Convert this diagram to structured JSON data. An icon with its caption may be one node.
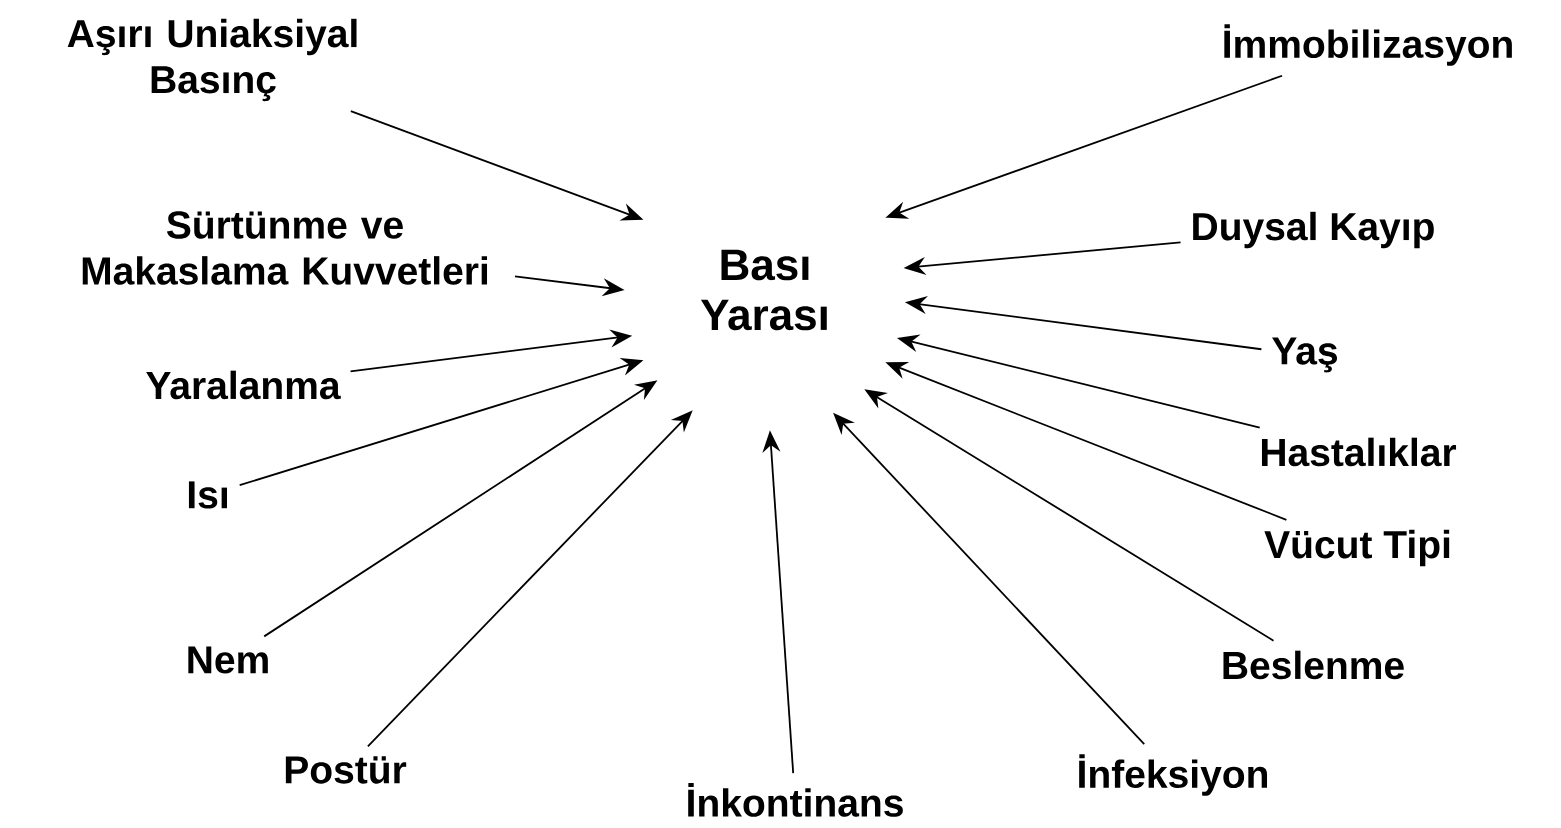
{
  "diagram": {
    "nodes": [
      {
        "text": [
          "Bası Yarası"
        ]
      },
      {
        "text": [
          "Aşırı Uniaksiyal Basınç"
        ]
      },
      {
        "text": [
          "Sürtünme ve Makaslama Kuvvetleri"
        ]
      },
      {
        "text": [
          "Yaralanma"
        ]
      },
      {
        "text": [
          "Isı"
        ]
      },
      {
        "text": [
          "Nem"
        ]
      },
      {
        "text": [
          "Postür"
        ]
      },
      {
        "text": [
          "İnkontinans"
        ]
      },
      {
        "text": [
          "İnfeksiyon"
        ]
      },
      {
        "text": [
          "Beslenme"
        ]
      },
      {
        "text": [
          "Vücut Tipi"
        ]
      },
      {
        "text": [
          "Hastalıklar"
        ]
      },
      {
        "text": [
          "Yaş"
        ]
      },
      {
        "text": [
          "Duysal Kayıp"
        ]
      },
      {
        "text": [
          "İmmobilizasyon"
        ]
      }
    ],
    "edges": [
      {
        "from": 1,
        "to": 0,
        "arrow": "to"
      },
      {
        "from": 2,
        "to": 0,
        "arrow": "to"
      },
      {
        "from": 3,
        "to": 0,
        "arrow": "to"
      },
      {
        "from": 4,
        "to": 0,
        "arrow": "to"
      },
      {
        "from": 5,
        "to": 0,
        "arrow": "to"
      },
      {
        "from": 6,
        "to": 0,
        "arrow": "to"
      },
      {
        "from": 7,
        "to": 0,
        "arrow": "to"
      },
      {
        "from": 8,
        "to": 0,
        "arrow": "to"
      },
      {
        "from": 9,
        "to": 0,
        "arrow": "to"
      },
      {
        "from": 10,
        "to": 0,
        "arrow": "to"
      },
      {
        "from": 11,
        "to": 0,
        "arrow": "to"
      },
      {
        "from": 12,
        "to": 0,
        "arrow": "to"
      },
      {
        "from": 13,
        "to": 0,
        "arrow": "to"
      },
      {
        "from": 14,
        "to": 0,
        "arrow": "to"
      }
    ]
  }
}
